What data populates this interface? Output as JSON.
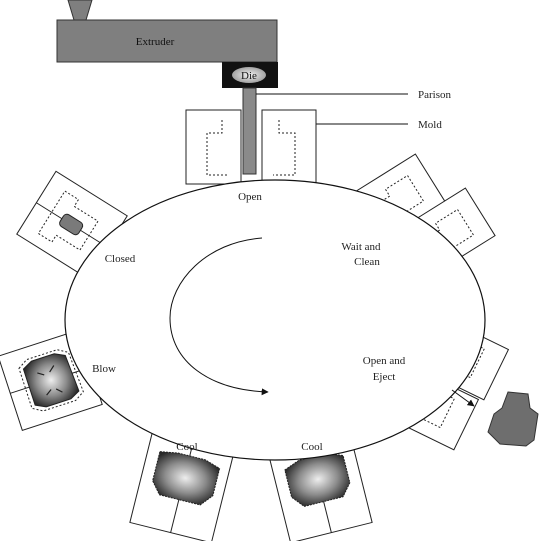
{
  "machine": {
    "extruder_label": "Extruder",
    "die_label": "Die",
    "parison_label": "Parison",
    "mold_label": "Mold"
  },
  "stations": {
    "open": "Open",
    "closed": "Closed",
    "blow": "Blow",
    "cool_left": "Cool",
    "cool_right": "Cool",
    "wait_clean_line1": "Wait and",
    "wait_clean_line2": "Clean",
    "open_eject_line1": "Open and",
    "open_eject_line2": "Eject"
  },
  "colors": {
    "extruder_fill": "#7f7f7f",
    "die_block": "#111111",
    "parison_fill": "#8a8a8a",
    "product_fill": "#6e6e6e"
  }
}
